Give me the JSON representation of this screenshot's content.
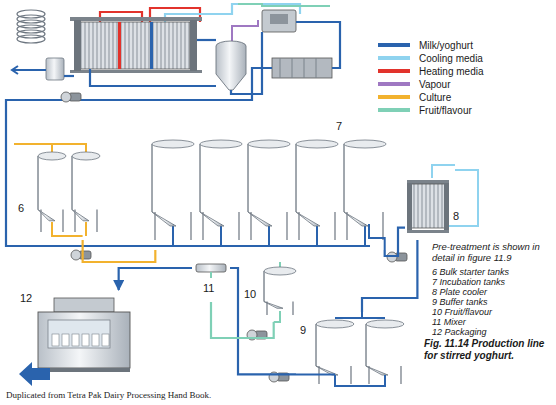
{
  "diagram": {
    "caption": "Fig. 11.14 Production line for stirred yoghurt.",
    "nodes": [
      {
        "text": [
          "6"
        ]
      },
      {
        "text": [
          "7"
        ]
      },
      {
        "text": [
          "8"
        ]
      },
      {
        "text": [
          "9"
        ]
      },
      {
        "text": [
          "10"
        ]
      },
      {
        "text": [
          "11"
        ]
      },
      {
        "text": [
          "12"
        ]
      }
    ],
    "edges": [
      {
        "from": 0,
        "to": 1,
        "arrow": "none"
      },
      {
        "from": 1,
        "to": 2,
        "arrow": "none"
      },
      {
        "from": 2,
        "to": 3,
        "arrow": "none"
      },
      {
        "from": 3,
        "to": 5,
        "arrow": "none"
      },
      {
        "from": 4,
        "to": 5,
        "arrow": "none"
      },
      {
        "from": 5,
        "to": 6,
        "arrow": "to"
      }
    ],
    "labels": [
      "Pre-treatment is shown in detail in figure 11.9",
      "6 Bulk starter tanks",
      "7 Incubation tanks",
      "8 Plate cooler",
      "9 Buffer tanks",
      "10 Fruit/flavour",
      "11 Mixer",
      "12 Packaging",
      "Duplicated from Tetra Pak Dairy Processing Hand Book."
    ],
    "legend": [
      {
        "text": "Milk/yoghurt",
        "color": "#2a63ad"
      },
      {
        "text": "Cooling media",
        "color": "#8fd3ef"
      },
      {
        "text": "Heating media",
        "color": "#e2332c"
      },
      {
        "text": "Vapour",
        "color": "#9f78c2"
      },
      {
        "text": "Culture",
        "color": "#f2b22e"
      },
      {
        "text": "Fruit/flavour",
        "color": "#7fd0b6"
      }
    ]
  }
}
